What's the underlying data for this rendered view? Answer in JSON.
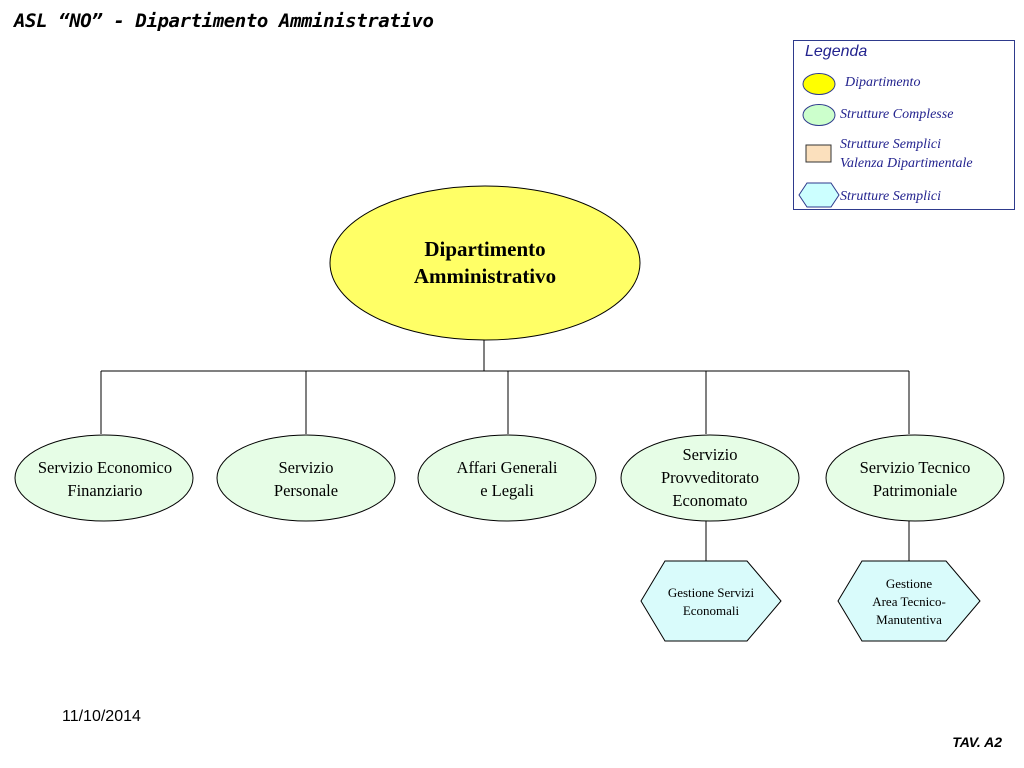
{
  "title": "ASL “NO” - Dipartimento Amministrativo",
  "legend": {
    "title": "Legenda",
    "items": [
      {
        "shape": "ellipse-yellow",
        "label": "Dipartimento"
      },
      {
        "shape": "ellipse-green",
        "label": "Strutture Complesse"
      },
      {
        "shape": "rectangle-beige",
        "label": "Strutture Semplici\nValenza Dipartimentale"
      },
      {
        "shape": "hexagon-cyan",
        "label": "Strutture Semplici"
      }
    ]
  },
  "department": {
    "label": "Dipartimento\nAmministrativo"
  },
  "complex_structures": [
    {
      "label": "Servizio Economico\nFinanziario"
    },
    {
      "label": "Servizio\nPersonale"
    },
    {
      "label": "Affari Generali\ne Legali"
    },
    {
      "label": "Servizio\nProvveditorato\nEconomato"
    },
    {
      "label": "Servizio Tecnico\nPatrimoniale"
    }
  ],
  "simple_structures": [
    {
      "label": "Gestione Servizi\nEconomali",
      "parent": "Servizio Provveditorato Economato"
    },
    {
      "label": "Gestione\nArea Tecnico-\nManutentiva",
      "parent": "Servizio Tecnico Patrimoniale"
    }
  ],
  "colors": {
    "department_fill": "#ffff66",
    "complex_fill": "#e6fde6",
    "simple_fill": "#d9fbfb",
    "dept_valence_fill": "#fbe0bd",
    "legend_text": "#23238e"
  },
  "footer": {
    "date": "11/10/2014",
    "tag": "TAV. A2"
  }
}
